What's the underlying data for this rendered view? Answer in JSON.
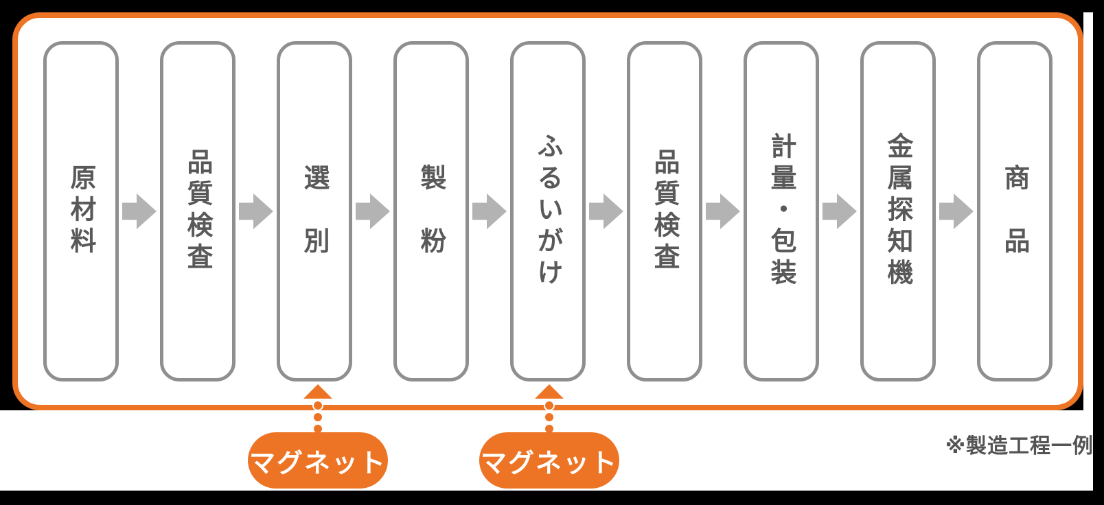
{
  "diagram": {
    "note": "※製造工程一例",
    "steps": [
      {
        "label": "原材料"
      },
      {
        "label": "品質検査"
      },
      {
        "label": "選　別"
      },
      {
        "label": "製　粉"
      },
      {
        "label": "ふるいがけ"
      },
      {
        "label": "品質検査"
      },
      {
        "label": "計量・包装"
      },
      {
        "label": "金属探知機"
      },
      {
        "label": "商　品"
      }
    ],
    "callouts": [
      {
        "label": "マグネット",
        "points_to": "選別"
      },
      {
        "label": "マグネット",
        "points_to": "ふるいがけ"
      }
    ],
    "colors": {
      "accent_orange": "#ED7424",
      "box_border_gray": "#8F8F8F",
      "label_gray": "#595959",
      "arrow_gray": "#B3B3B3",
      "note_gray": "#545454",
      "background": "#000000",
      "surface": "#FFFFFF"
    }
  }
}
